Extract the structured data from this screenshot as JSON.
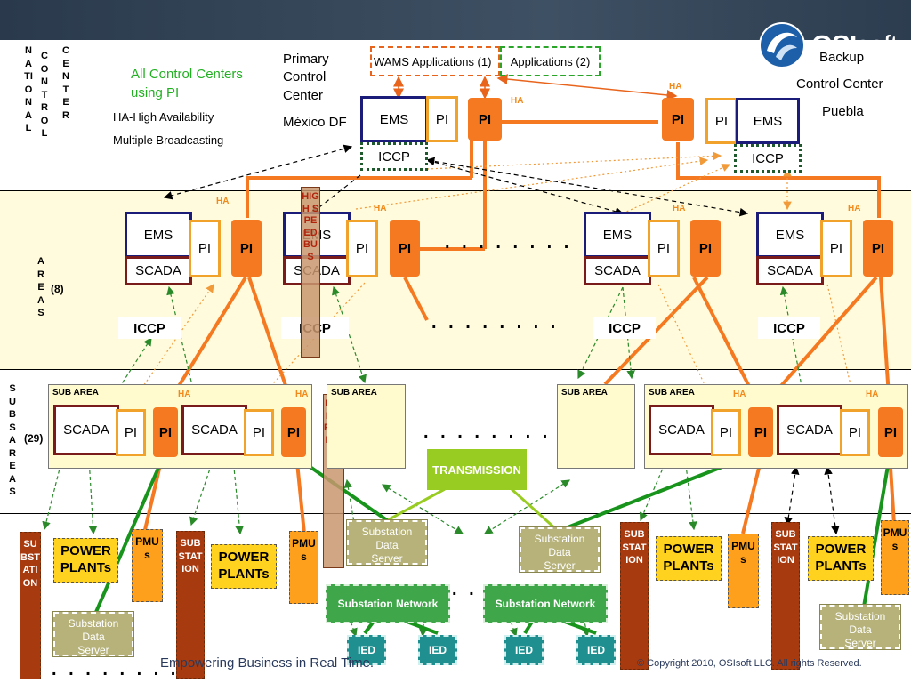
{
  "header": {
    "brand": "OSIsoft",
    "brand_bold": "OSI",
    "brand_light": "soft"
  },
  "levels": {
    "national": "NATIONAL",
    "control": "CONTROL",
    "center": "CENTER",
    "areas": "AREAS",
    "areas_count": "(8)",
    "subareas": "SUBSAREAS",
    "subareas_count": "(29)"
  },
  "notes": {
    "all_control": "All Control Centers",
    "using_pi": "using   PI",
    "ha_line": "HA-High Availability",
    "mb_line": "Multiple Broadcasting"
  },
  "primary": {
    "l1": "Primary",
    "l2": "Control",
    "l3": "Center",
    "city": "México DF"
  },
  "backup": {
    "l1": "Backup",
    "l2": "Control Center",
    "city": "Puebla"
  },
  "apps": {
    "wams": "WAMS Applications (1)",
    "apps2": "Applications (2)"
  },
  "labels": {
    "ems": "EMS",
    "scada": "SCADA",
    "pi": "PI",
    "iccp": "ICCP",
    "ha": "HA",
    "sub_area": "SUB AREA",
    "transmission": "TRANSMISSION",
    "substation": "SUBSTATION",
    "power_plants_1": "POWER",
    "power_plants_2": "PLANTs",
    "pmus": "PMUs",
    "sds_1": "Substation",
    "sds_2": "Data",
    "sds_3": "Server",
    "substation_network": "Substation Network",
    "ied": "IED",
    "high_speed_bus": "HIGH SPEED BUS",
    "dots": ". . . . . . . ."
  },
  "footer": {
    "tagline": "Empowering Business in Real Time.",
    "copyright": "© Copyright 2010, OSIsoft LLC. All rights Reserved."
  },
  "colors": {
    "header_bg": "#35475a",
    "area_band": "#fffbdc",
    "pi_orange": "#f47920",
    "pi_border": "#f0a22a",
    "ems_border": "#1b1b7a",
    "scada_border": "#7a1b1b",
    "wams_border": "#e8641c",
    "apps_border": "#2aa52a",
    "transmission": "#99cc22",
    "substation": "#a83a10",
    "power": "#ffd21f",
    "pmu": "#ffa01c",
    "network": "#3fa64a",
    "ied": "#1f8f8f"
  }
}
